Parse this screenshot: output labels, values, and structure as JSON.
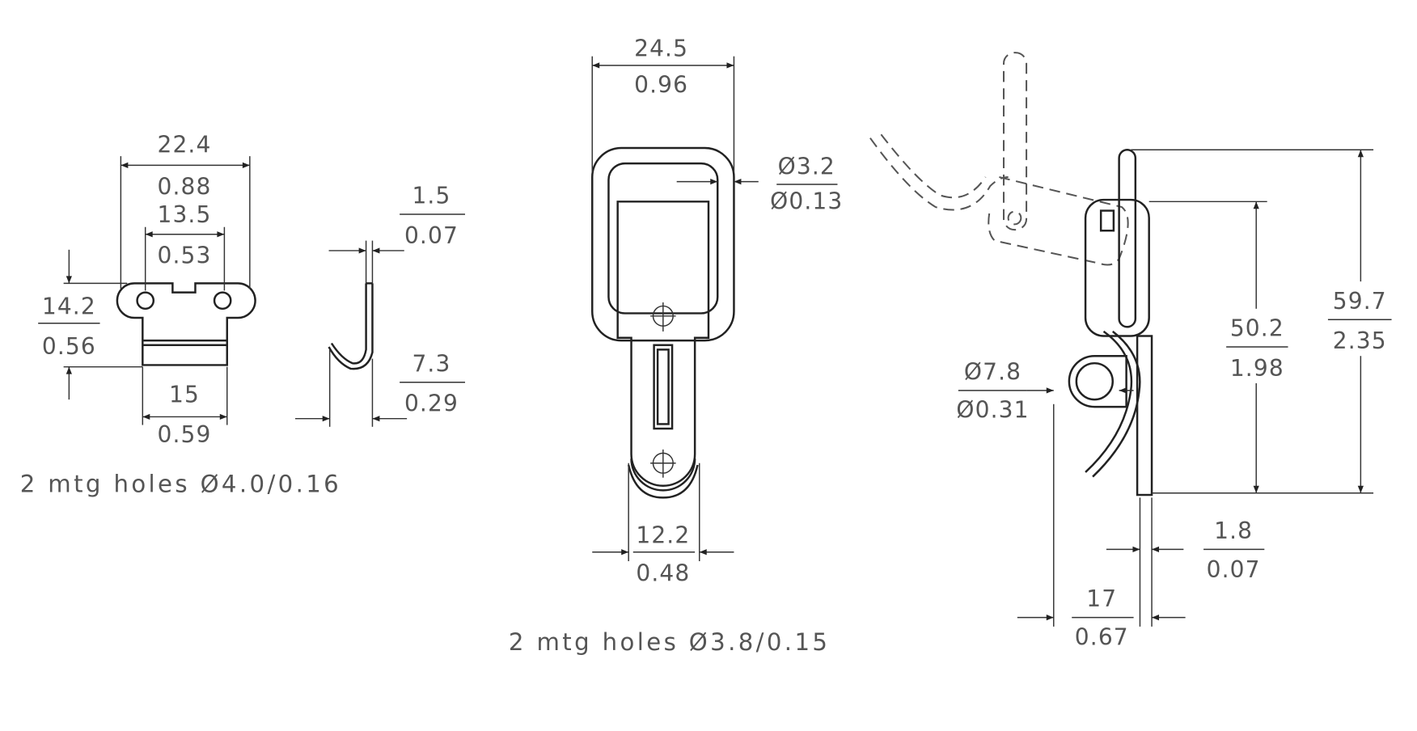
{
  "strike": {
    "width_mm": "22.4",
    "width_in": "0.88",
    "hole_spacing_mm": "13.5",
    "hole_spacing_in": "0.53",
    "height_mm": "14.2",
    "height_in": "0.56",
    "base_width_mm": "15",
    "base_width_in": "0.59",
    "thickness_mm": "1.5",
    "thickness_in": "0.07",
    "hook_depth_mm": "7.3",
    "hook_depth_in": "0.29",
    "note": "2 mtg holes Ø4.0/0.16"
  },
  "latch_front": {
    "width_mm": "24.5",
    "width_in": "0.96",
    "wire_dia_mm": "Ø3.2",
    "wire_dia_in": "Ø0.13",
    "base_width_mm": "12.2",
    "base_width_in": "0.48",
    "note": "2 mtg holes Ø3.8/0.15"
  },
  "latch_side": {
    "overall_mm": "59.7",
    "overall_in": "2.35",
    "body_mm": "50.2",
    "body_in": "1.98",
    "ring_dia_mm": "Ø7.8",
    "ring_dia_in": "Ø0.31",
    "plate_mm": "1.8",
    "plate_in": "0.07",
    "depth_mm": "17",
    "depth_in": "0.67"
  }
}
